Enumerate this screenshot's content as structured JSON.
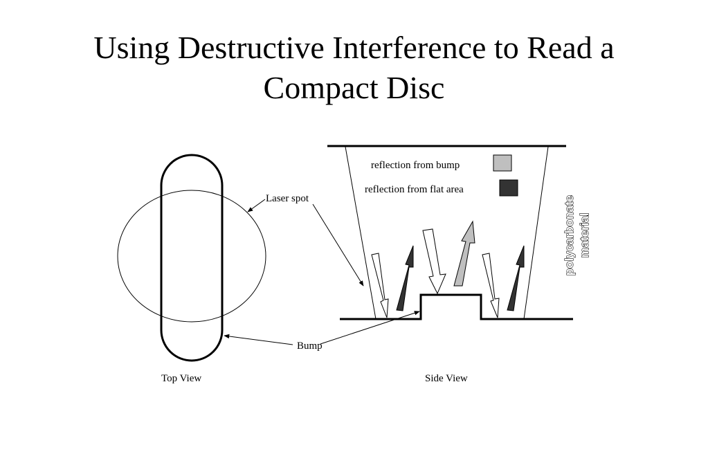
{
  "slide": {
    "title_line1": "Using Destructive Interference to Read a",
    "title_line2": "Compact Disc"
  },
  "labels": {
    "laser_spot": "Laser spot",
    "bump": "Bump",
    "top_view": "Top View",
    "side_view": "Side View",
    "material_line1": "polycarbonate",
    "material_line2": "material"
  },
  "legend": {
    "bump_label": "reflection from bump",
    "bump_color": "#bfbfbf",
    "flat_label": "reflection from flat area",
    "flat_color": "#333333"
  }
}
